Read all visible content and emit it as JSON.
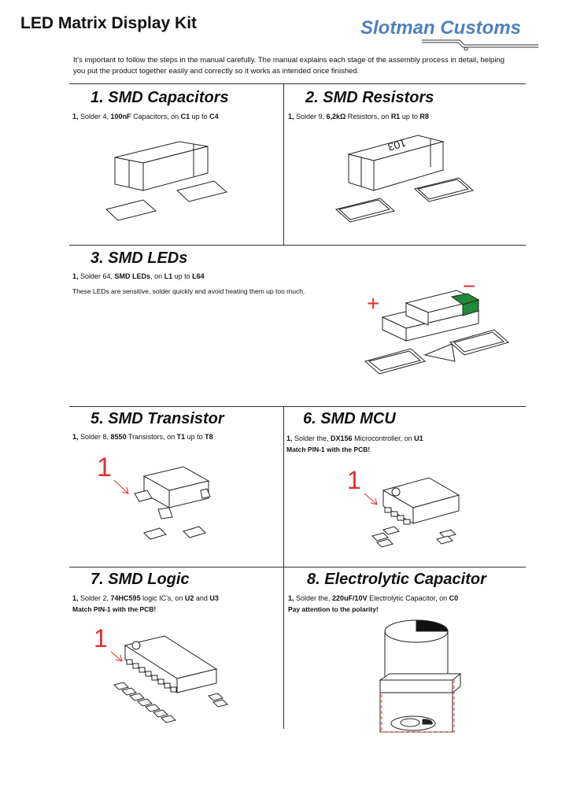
{
  "header": {
    "title": "LED Matrix Display Kit",
    "brand": "Slotman Customs",
    "intro": "It's important to follow the steps in the manual carefully. The manual explains each stage of the assembly process in detail, helping you put the product together easily and correctly so it works as intended once finished."
  },
  "colors": {
    "brand": "#4f81bd",
    "polarity_red": "#e03030",
    "led_green": "#1f8a3a"
  },
  "sections": [
    {
      "title": "1.  SMD Capacitors",
      "step": {
        "num": "1,",
        "pre": " Solder 4, ",
        "part": "100nF",
        "mid": " Capacitors, on ",
        "r1": "C1",
        "mid2": " up to ",
        "r2": "C4"
      }
    },
    {
      "title": "2.  SMD Resistors",
      "step": {
        "num": "1,",
        "pre": " Solder 9, ",
        "part": "6,2kΩ",
        "mid": " Resistors, on ",
        "r1": "R1",
        "mid2": " up to ",
        "r2": "R8"
      },
      "label": "103"
    },
    {
      "title": "3.  SMD LEDs",
      "step": {
        "num": "1,",
        "pre": " Solder 64, ",
        "part": "SMD LEDs",
        "mid": ", on ",
        "r1": "L1",
        "mid2": " up to ",
        "r2": "L64"
      },
      "note": "These LEDs are sensitive, solder quickly and avoid heating them up too much.",
      "plus": "+",
      "minus": "−"
    },
    {
      "title": "5.  SMD Transistor",
      "step": {
        "num": "1,",
        "pre": " Solder 8, ",
        "part": "8550",
        "mid": " Transistors, on ",
        "r1": "T1",
        "mid2": " up to ",
        "r2": "T8"
      },
      "pin": "1"
    },
    {
      "title": "6. SMD MCU",
      "step": {
        "num": "1,",
        "pre": " Solder the, ",
        "part": "DX156",
        "mid": " Microcontroller, on ",
        "r1": "U1"
      },
      "note": "Match PIN-1 with the PCB!",
      "pin": "1"
    },
    {
      "title": "7. SMD Logic",
      "step": {
        "num": "1,",
        "pre": " Solder 2, ",
        "part": "74HC595",
        "mid": " logic IC's, on ",
        "r1": "U2",
        "mid2": " and ",
        "r2": "U3"
      },
      "note": "Match PIN-1 with the PCB!",
      "pin": "1"
    },
    {
      "title": "8.  Electrolytic Capacitor",
      "step": {
        "num": "1,",
        "pre": " Solder the, ",
        "part": "220uF/10V",
        "mid": " Electrolytic Capacitor, on ",
        "r1": "C0"
      },
      "note": "Pay attention to the polarity!"
    }
  ]
}
